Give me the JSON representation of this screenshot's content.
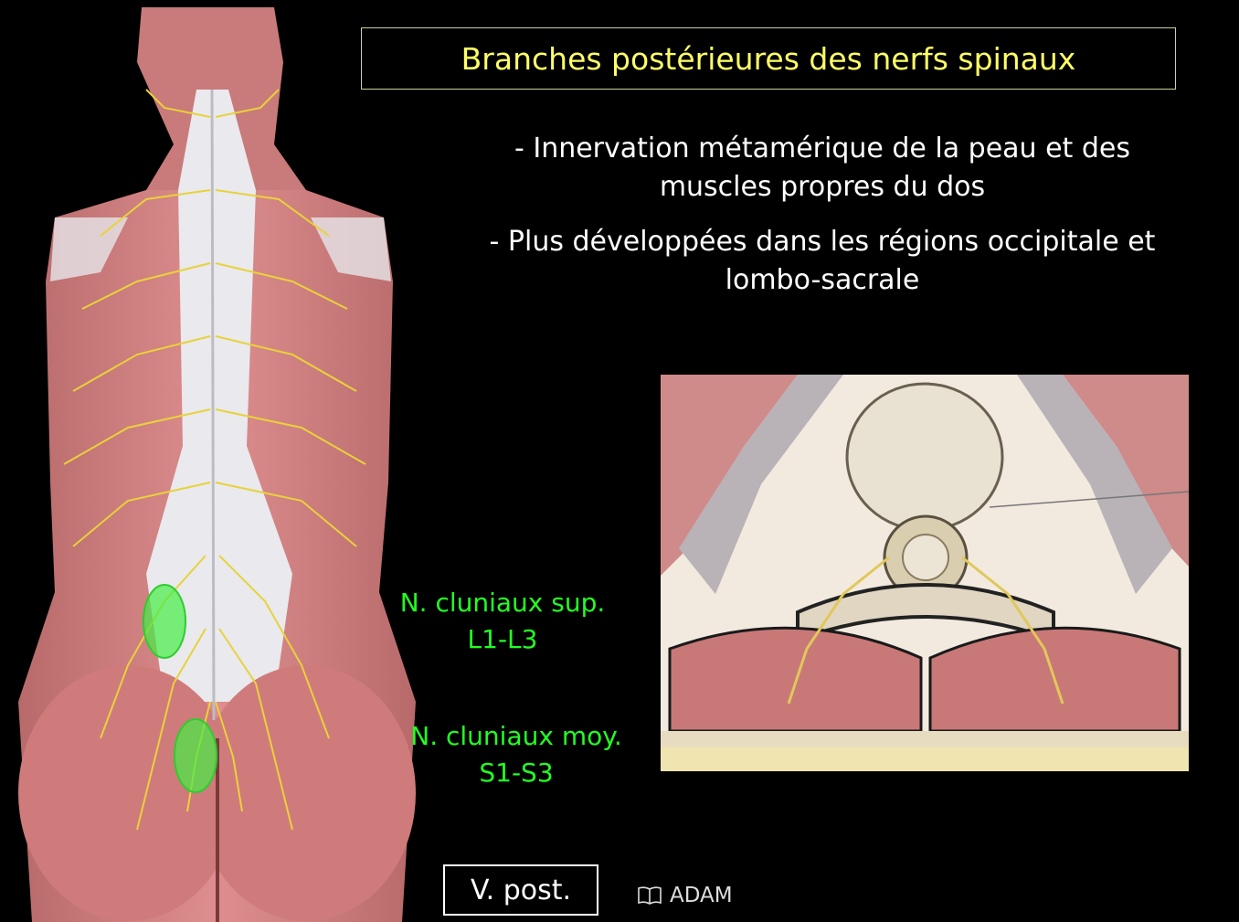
{
  "title": "Branches postérieures des nerfs spinaux",
  "bullets": [
    "- Innervation métamérique de la peau et des muscles propres du dos",
    "- Plus développées dans les régions occipitale et lombo-sacrale"
  ],
  "labels": {
    "cluniaux_sup": {
      "line1": "N. cluniaux sup.",
      "line2": "L1-L3"
    },
    "cluniaux_moy": {
      "line1": "N. cluniaux moy.",
      "line2": "S1-S3"
    }
  },
  "view_label": "V. post.",
  "credit": {
    "icon": "book-icon",
    "text": "ADAM"
  },
  "colors": {
    "title": "#ffff66",
    "label_green": "#22ff22",
    "highlight_fill": "#44ee44",
    "nerve": "#e8d23a",
    "muscle": "#d98080",
    "aponeurosis": "#e6e6ea"
  }
}
